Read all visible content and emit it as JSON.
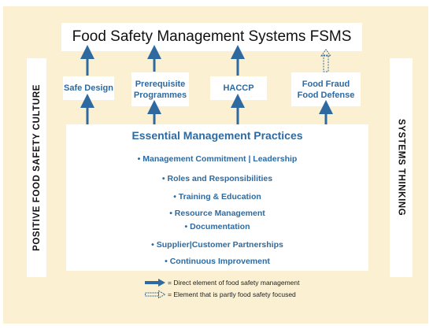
{
  "title": "Food Safety Management Systems FSMS",
  "pillars": [
    {
      "id": "safe-design",
      "lines": [
        "Safe Design"
      ],
      "arrow": "solid"
    },
    {
      "id": "prp",
      "lines": [
        "Prerequisite",
        "Programmes"
      ],
      "arrow": "solid"
    },
    {
      "id": "haccp",
      "lines": [
        "HACCP"
      ],
      "arrow": "solid"
    },
    {
      "id": "fraud",
      "lines": [
        "Food Fraud",
        "Food Defense"
      ],
      "arrow": "dashed"
    }
  ],
  "side_left": "POSITIVE FOOD SAFETY CULTURE",
  "side_right": "SYSTEMS THINKING",
  "emp": {
    "heading": "Essential Management Practices",
    "items": [
      "• Management Commitment | Leadership",
      "• Roles and Responsibilities",
      "• Training & Education",
      "• Resource Management",
      "• Documentation",
      "• Supplier|Customer Partnerships",
      "• Continuous Improvement"
    ]
  },
  "legend": {
    "solid": "= Direct element of food safety management",
    "dashed": "= Element that is partly food safety focused"
  },
  "colors": {
    "arrow": "#2e6aa0",
    "text_blue": "#2e6aa0",
    "background": "#fbf0d2"
  }
}
